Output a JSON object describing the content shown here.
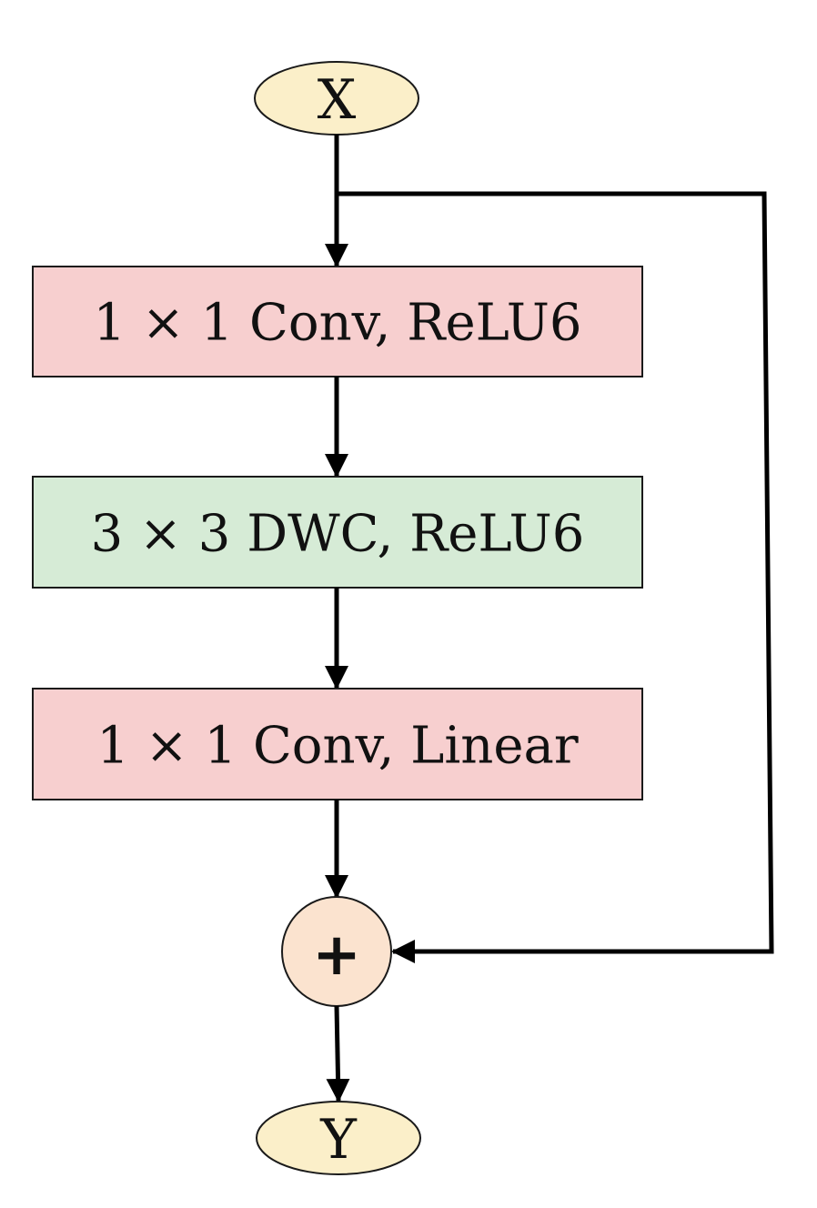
{
  "nodes": {
    "input": {
      "label": "X"
    },
    "block1": {
      "label": "1 × 1 Conv, ReLU6"
    },
    "block2": {
      "label": "3 × 3 DWC, ReLU6"
    },
    "block3": {
      "label": "1 × 1 Conv, Linear"
    },
    "add": {
      "label": "+"
    },
    "output": {
      "label": "Y"
    }
  },
  "colors": {
    "ellipse_fill": "#fbefc9",
    "conv_fill": "#f7cfcf",
    "dwc_fill": "#d6ebd6",
    "add_fill": "#fbe3cf",
    "stroke": "#1a1a1a",
    "line": "#000000"
  }
}
